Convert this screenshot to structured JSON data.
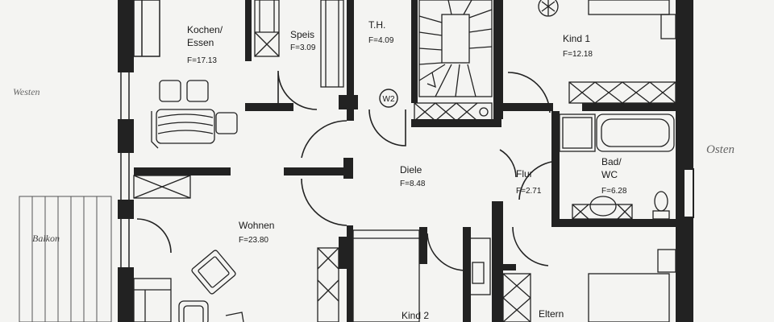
{
  "compass": {
    "west": "Westen",
    "east": "Osten"
  },
  "balcony": {
    "label": "Balkon"
  },
  "rooms": {
    "kochen_line1": "Kochen/",
    "kochen_line2": "Essen",
    "kochen_area": "F=17.13",
    "speis_label": "Speis",
    "speis_area": "F=3.09",
    "th_label": "T.H.",
    "th_area": "F=4.09",
    "kind1_label": "Kind 1",
    "kind1_area": "F=12.18",
    "diele_label": "Diele",
    "diele_area": "F=8.48",
    "flur_label": "Flur",
    "flur_area": "F=2.71",
    "bad_line1": "Bad/",
    "bad_line2": "WC",
    "bad_area": "F=6.28",
    "wohnen_label": "Wohnen",
    "wohnen_area": "F=23.80",
    "kind2_label": "Kind 2",
    "eltern_label": "Eltern"
  },
  "marker": {
    "label": "W2"
  },
  "colors": {
    "ink": "#1a1a1a",
    "paper": "#f4f4f2",
    "pencil": "#777777"
  }
}
